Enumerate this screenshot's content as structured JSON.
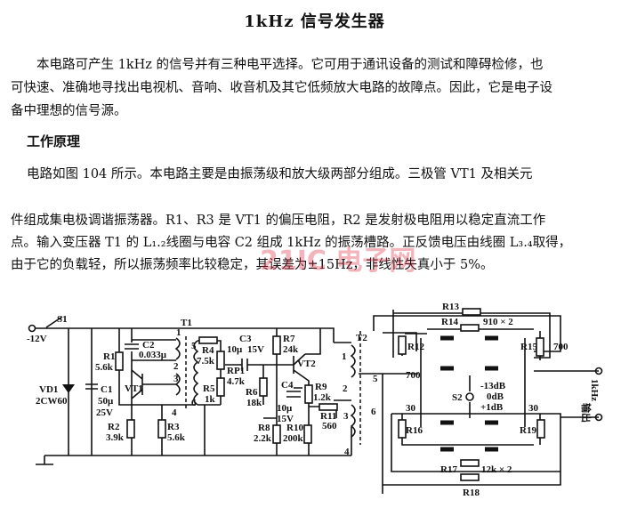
{
  "title": "1kHz 信号发生器",
  "intro": [
    "　　本电路可产生 1kHz 的信号并有三种电平选择。它可用于通讯设备的测试和障碍检修，也",
    "可快速、准确地寻找出电视机、音响、收音机及其它低频放大电路的故障点。因此，它是电子设",
    "备中理想的信号源。"
  ],
  "section_heading": "工作原理",
  "body": [
    "电路如图 104 所示。本电路主要是由振荡级和放大级两部分组成。三极管 VT1 及相关元",
    "件组成集电极调谐振荡器。R1、R3 是 VT1 的偏压电阻，R2 是发射极电阻用以稳定直流工作",
    "点。输入变压器 T1 的 L₁.₂线圈与电容 C2 组成 1kHz 的振荡槽路。正反馈电压由线圈 L₃.₄取得，",
    "由于它的负载轻，所以振荡频率比较稳定，其误差为±15Hz，非线性失真小于 5%。"
  ],
  "watermark": "21IC 电子网",
  "circuit": {
    "labels": {
      "s1": "S1",
      "v12": "-12V",
      "vd1": "VD1",
      "vd1v": "2CW60",
      "c1": "C1",
      "c1v": "50μ",
      "c1v2": "25V",
      "r1": "R1",
      "r1v": "5.6k",
      "c2": "C2",
      "c2v": "0.033μ",
      "vt1": "VT1",
      "r2": "R2",
      "r2v": "3.9k",
      "r3": "R3",
      "r3v": "5.6k",
      "t1": "T1",
      "p1": "1",
      "p2": "2",
      "p3": "3",
      "p4": "4",
      "p5": "5",
      "p6": "6",
      "r4": "R4",
      "r4v": "7.5k",
      "rp1": "RP1",
      "rp1v": "4.7k",
      "r5": "R5",
      "r5v": "1k",
      "c3": "C3",
      "c3v": "10μ",
      "c3v2": "15V",
      "r6": "R6",
      "r6v": "18k",
      "r7": "R7",
      "r7v": "24k",
      "vt2": "VT2",
      "c4": "C4",
      "c4v": "10μ",
      "c4v2": "15V",
      "r8": "R8",
      "r8v": "2.2k",
      "r9": "R9",
      "r9v": "1.2k",
      "r10": "R10",
      "r10v": "200k",
      "r11": "R11",
      "r11v": "560",
      "t2": "T2",
      "q1": "1",
      "q2": "2",
      "q3": "3",
      "q4": "4",
      "q5": "5",
      "q6": "6",
      "r13": "R13",
      "r14": "R14",
      "r1415v": "910 × 2",
      "r12": "R12",
      "r15": "R15",
      "v700a": "700",
      "v700b": "700",
      "s2": "S2",
      "lv1": "-13dB",
      "lv2": "0dB",
      "lv3": "+1dB",
      "v30a": "30",
      "v30b": "30",
      "r16": "R16",
      "r19": "R19",
      "r17": "R17",
      "r1718v": "12k × 2",
      "r18": "R18",
      "out1": "1kHz",
      "out2": "输出"
    }
  }
}
